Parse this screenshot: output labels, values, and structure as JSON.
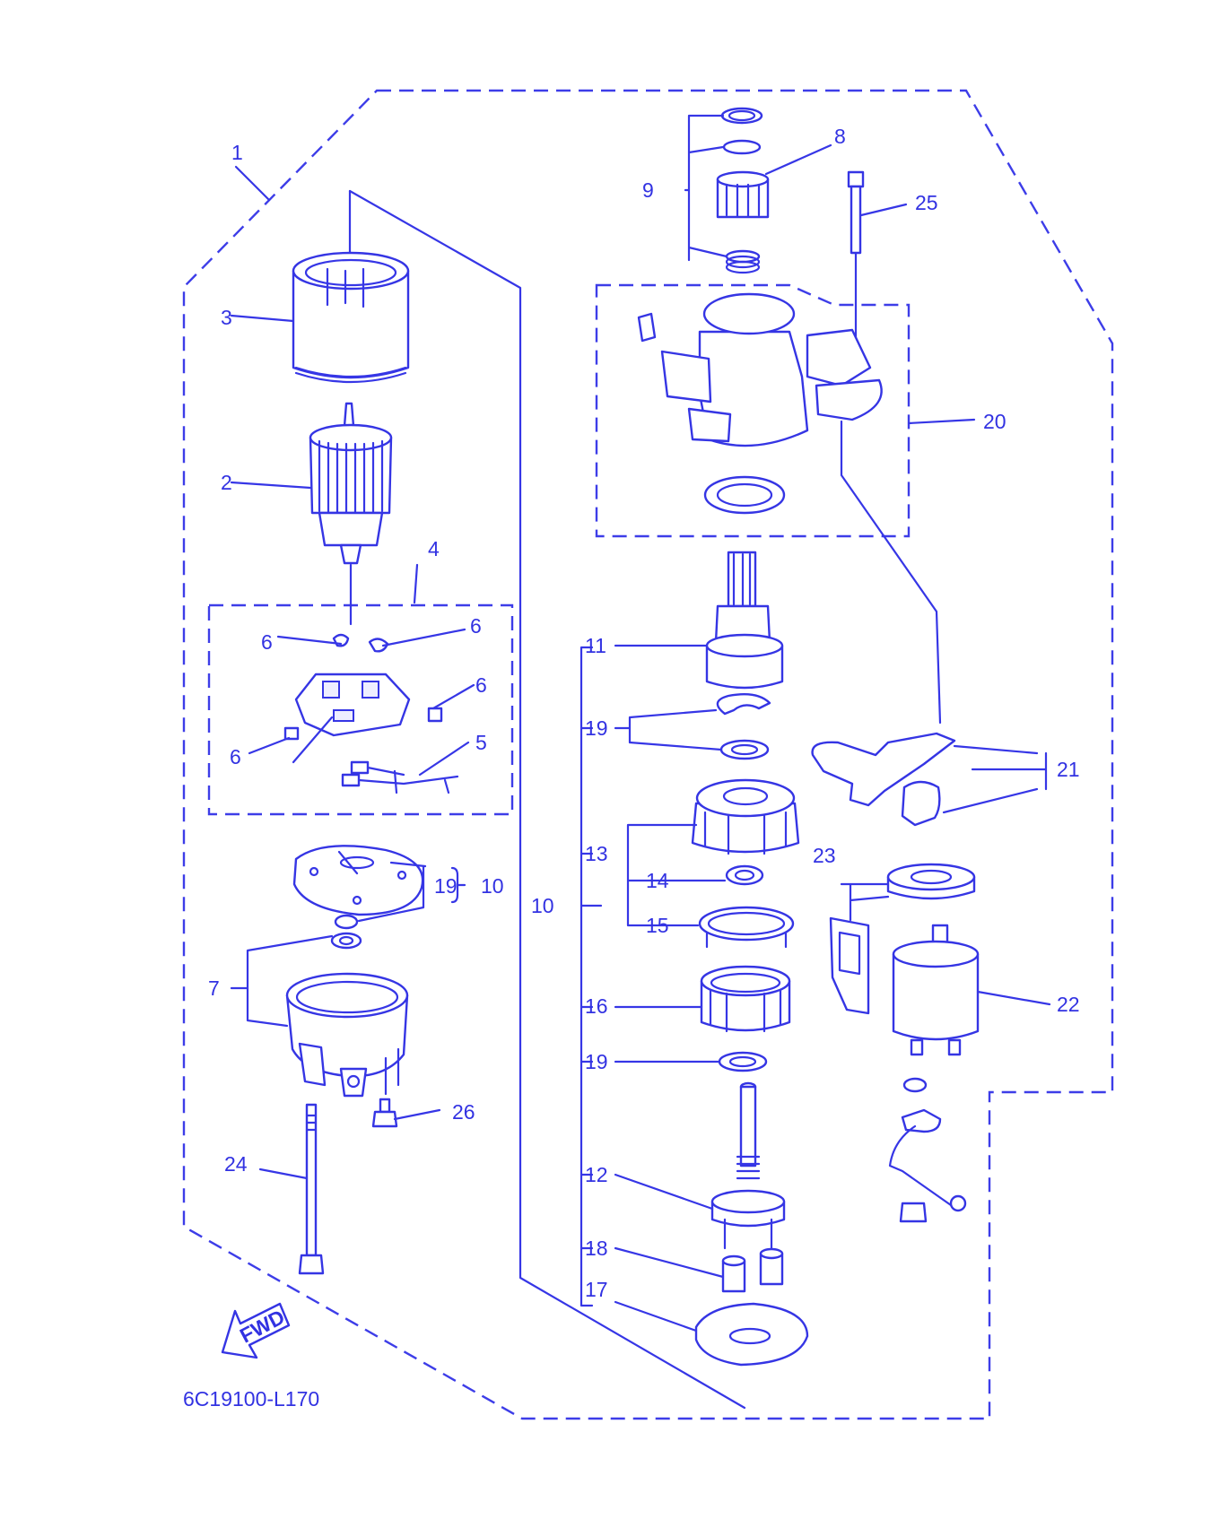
{
  "diagram_code": "6C19100-L170",
  "fwd_label": "FWD",
  "callouts": {
    "c1": "1",
    "c2": "2",
    "c3": "3",
    "c4": "4",
    "c5": "5",
    "c6a": "6",
    "c6b": "6",
    "c6c": "6",
    "c6d": "6",
    "c7": "7",
    "c8": "8",
    "c9": "9",
    "c10a": "10",
    "c10b": "10",
    "c11": "11",
    "c12": "12",
    "c13": "13",
    "c14": "14",
    "c15": "15",
    "c16": "16",
    "c17": "17",
    "c18": "18",
    "c19a": "19",
    "c19b": "19",
    "c19c": "19",
    "c20": "20",
    "c21": "21",
    "c22": "22",
    "c23": "23",
    "c24": "24",
    "c25": "25",
    "c26": "26"
  },
  "colors": {
    "ink": "#3535e4",
    "background": "#ffffff"
  }
}
